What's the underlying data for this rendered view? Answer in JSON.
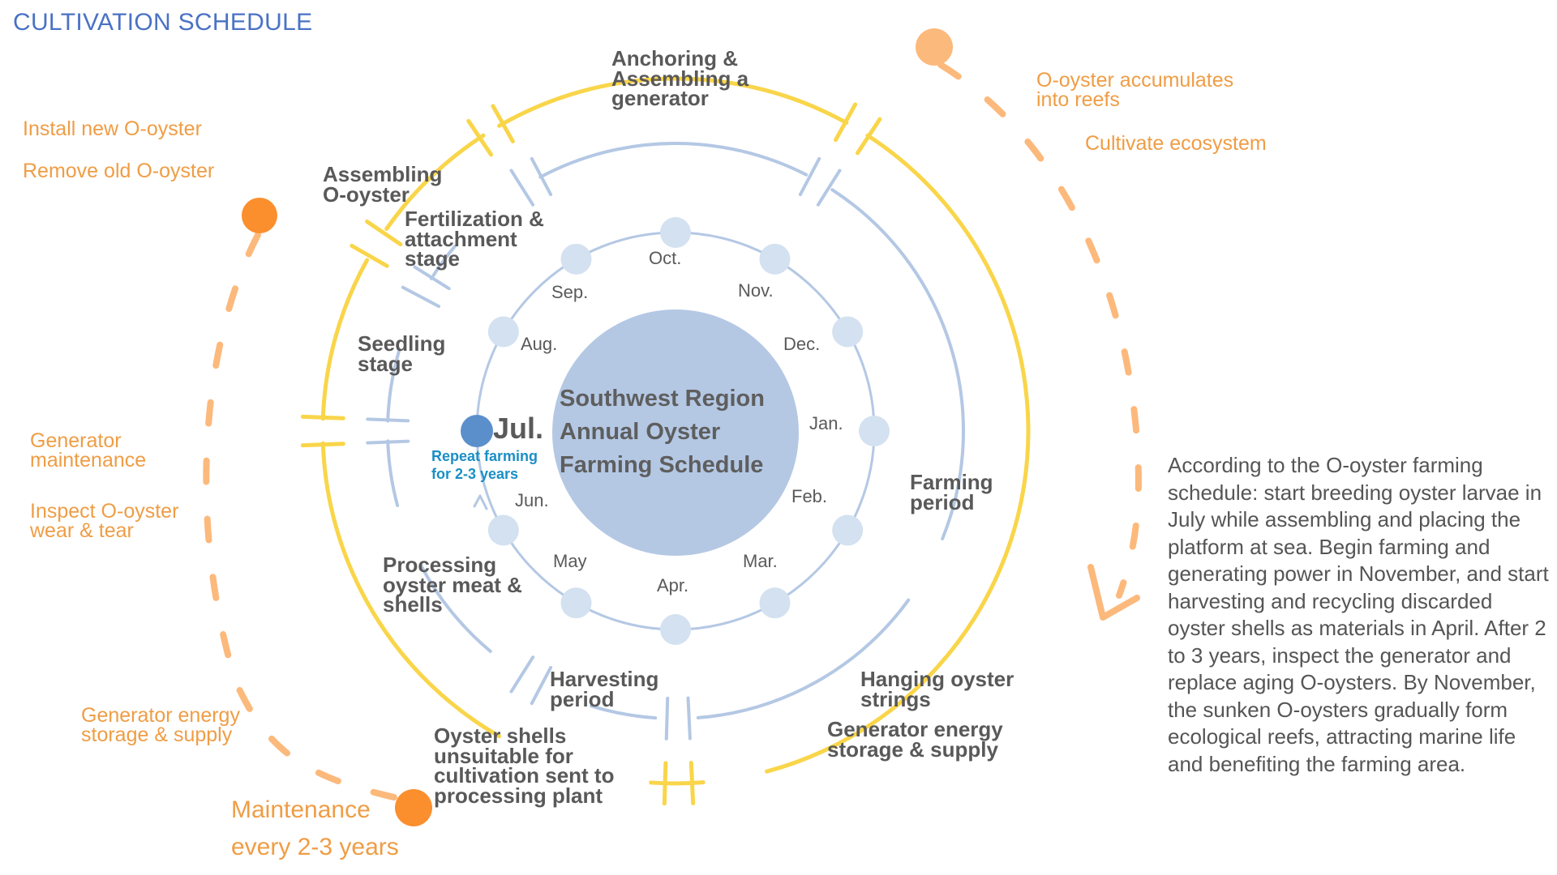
{
  "title": "CULTIVATION SCHEDULE",
  "colors": {
    "title": "#4a72c4",
    "yellow_ring": "#f9d54a",
    "blue_ring": "#b4c8e4",
    "month_dot": "#d3e1f0",
    "center_disc": "#b4c8e4",
    "july_dot": "#5b8fcb",
    "orange_text": "#ef9d45",
    "orange_dot": "#fb8f2e",
    "orange_light": "#fcb97c",
    "dark_text": "#595959",
    "repeat_text": "#1a8fc4"
  },
  "center": {
    "line1": "Southwest Region",
    "line2": "Annual Oyster",
    "line3": "Farming Schedule"
  },
  "months": [
    "Jul.",
    "Aug.",
    "Sep.",
    "Oct.",
    "Nov.",
    "Dec.",
    "Jan.",
    "Feb.",
    "Mar.",
    "Apr.",
    "May",
    "Jun."
  ],
  "highlighted_month": "Jul.",
  "repeat_note": "Repeat farming\nfor 2-3 years",
  "outer_ring_labels": {
    "anchoring": "Anchoring &\nAssembling a\ngenerator",
    "assembling": "Assembling\nO-oyster",
    "generator_storage": "Generator energy\nstorage & supply",
    "oyster_shells": "Oyster shells\nunsuitable for\ncultivation sent to\nprocessing plant"
  },
  "inner_ring_labels": {
    "fertilization": "Fertilization &\nattachment\nstage",
    "seedling": "Seedling\nstage",
    "farming": "Farming\nperiod",
    "hanging": "Hanging oyster\nstrings",
    "harvesting": "Harvesting\nperiod",
    "processing": "Processing\noyster meat &\nshells"
  },
  "maintenance_cycle": {
    "install": "Install new O-oyster",
    "remove": "Remove old O-oyster",
    "gen_maintenance": "Generator\nmaintenance",
    "inspect": "Inspect O-oyster\nwear & tear",
    "gen_storage": "Generator energy\nstorage & supply",
    "maintenance_line1": "Maintenance",
    "maintenance_line2": "every 2-3 years",
    "reefs": "O-oyster accumulates\ninto reefs",
    "ecosystem": "Cultivate ecosystem"
  },
  "description": "According to the O-oyster farming schedule: start breeding oyster larvae in July while assembling and placing the platform at sea. Begin farming and generating power in November, and start harvesting and recycling discarded oyster shells as materials in April. After 2 to 3 years, inspect the generator and replace aging O-oysters. By November, the sunken O-oysters gradually form ecological reefs, attracting marine life and benefiting the farming area."
}
